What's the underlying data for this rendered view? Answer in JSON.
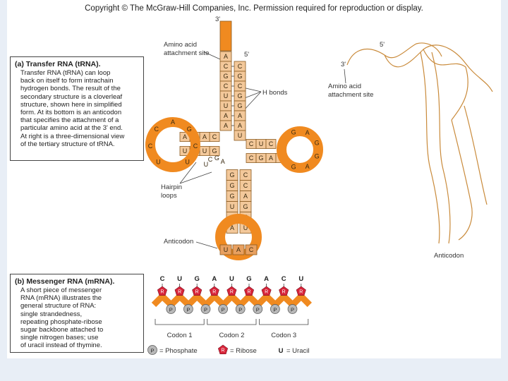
{
  "copyright": "Copyright © The McGraw-Hill Companies, Inc. Permission required for reproduction or display.",
  "trna_box": {
    "title": "(a) Transfer RNA (tRNA).",
    "body": "Transfer RNA (tRNA) can loop\nback on itself to form intrachain\nhydrogen bonds. The result of the\nsecondary structure is a cloverleaf\nstructure, shown here in simplified\nform. At its bottom is an anticodon\nthat specifies the attachment of a\nparticular amino acid at the 3' end.\nAt right is a three-dimensional view\nof the tertiary structure of tRNA."
  },
  "mrna_box": {
    "title": "(b) Messenger RNA (mRNA).",
    "body": "A short piece of messenger\nRNA (mRNA) illustrates the\ngeneral structure of RNA:\nsingle strandedness,\nrepeating phosphate-ribose\nsugar backbone attached to\nsingle nitrogen bases; use\nof uracil instead of thymine."
  },
  "labels": {
    "three_prime": "3'",
    "five_prime": "5'",
    "amino_acid_site_1": "Amino acid",
    "amino_acid_site_2": "attachment site",
    "h_bonds": "H bonds",
    "hairpin_1": "Hairpin",
    "hairpin_2": "loops",
    "anticodon": "Anticodon",
    "r_three_prime": "3'",
    "r_five_prime": "5'",
    "r_amino_1": "Amino acid",
    "r_amino_2": "attachment site",
    "r_anticodon": "Anticodon"
  },
  "acceptor_left": [
    "A",
    "C",
    "G",
    "C",
    "U",
    "U",
    "A",
    "A"
  ],
  "acceptor_right": [
    "C",
    "G",
    "C",
    "G",
    "G",
    "A",
    "A",
    "U"
  ],
  "d_arm_top": [
    "C",
    "A",
    "C",
    "A"
  ],
  "d_arm_bottom": [
    "G",
    "U",
    "G",
    "U"
  ],
  "d_loop": [
    "U",
    "C",
    "C",
    "A",
    "G",
    "C",
    "U"
  ],
  "t_arm_top": [
    "C",
    "U",
    "C"
  ],
  "t_arm_bottom": [
    "C",
    "G",
    "A",
    "G"
  ],
  "t_loop": [
    "G",
    "A",
    "G",
    "G",
    "A",
    "G"
  ],
  "anticodon_stem_left": [
    "G",
    "G",
    "G",
    "U",
    "C",
    "A"
  ],
  "anticodon_stem_right": [
    "C",
    "C",
    "A",
    "G",
    "C",
    "U"
  ],
  "anticodon_bases": [
    "U",
    "A",
    "C"
  ],
  "variable_loop": [
    "U",
    "C",
    "G",
    "A"
  ],
  "mrna": {
    "bases": [
      "C",
      "U",
      "G",
      "A",
      "U",
      "G",
      "A",
      "C",
      "U"
    ],
    "ribose_label": "R",
    "phosphate_label": "P",
    "codons": [
      "Codon 1",
      "Codon 2",
      "Codon 3"
    ],
    "legend": {
      "phosphate_symbol": "P",
      "phosphate": "= Phosphate",
      "ribose_symbol": "R",
      "ribose": "= Ribose",
      "uracil_symbol": "U",
      "uracil": "= Uracil"
    }
  },
  "colors": {
    "nucleotide": "#f3c89a",
    "backbone": "#e8a060",
    "stem": "#f08a20",
    "ribose": "#d8253a",
    "phosphate": "#b8b8b8"
  }
}
